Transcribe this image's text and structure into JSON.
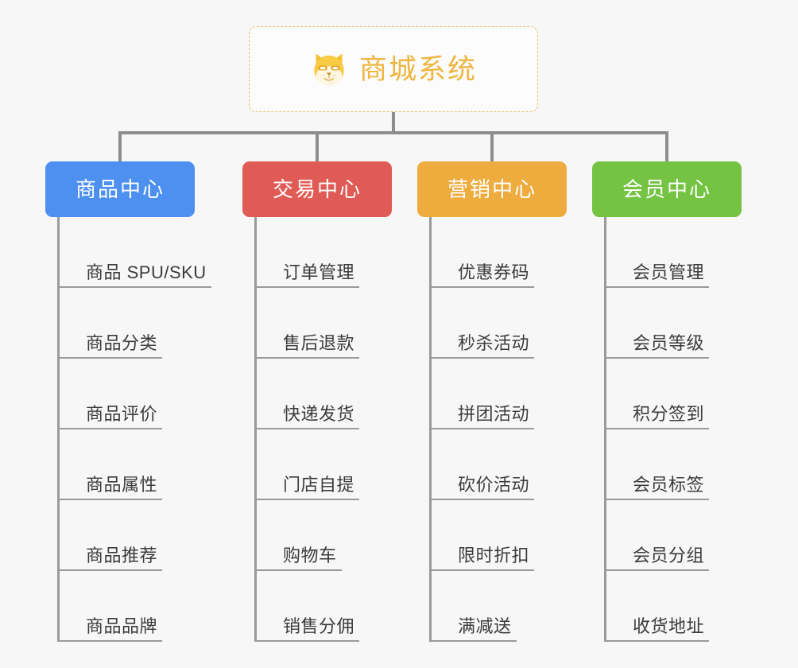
{
  "root": {
    "title": "商城系统",
    "icon": "shiba-dog-icon",
    "accent_color": "#eeb53f",
    "border_color": "#e9bc62",
    "background": "#fcfcfc"
  },
  "canvas": {
    "background": "#f7f7f7",
    "connector_color": "#8d8d8d"
  },
  "branches": [
    {
      "label": "商品中心",
      "color": "#4d90f0",
      "children": [
        "商品 SPU/SKU",
        "商品分类",
        "商品评价",
        "商品属性",
        "商品推荐",
        "商品品牌"
      ]
    },
    {
      "label": "交易中心",
      "color": "#e15b56",
      "children": [
        "订单管理",
        "售后退款",
        "快递发货",
        "门店自提",
        "购物车",
        "销售分佣"
      ]
    },
    {
      "label": "营销中心",
      "color": "#eeab3e",
      "children": [
        "优惠券码",
        "秒杀活动",
        "拼团活动",
        "砍价活动",
        "限时折扣",
        "满减送"
      ]
    },
    {
      "label": "会员中心",
      "color": "#74c342",
      "children": [
        "会员管理",
        "会员等级",
        "积分签到",
        "会员标签",
        "会员分组",
        "收货地址"
      ]
    }
  ]
}
